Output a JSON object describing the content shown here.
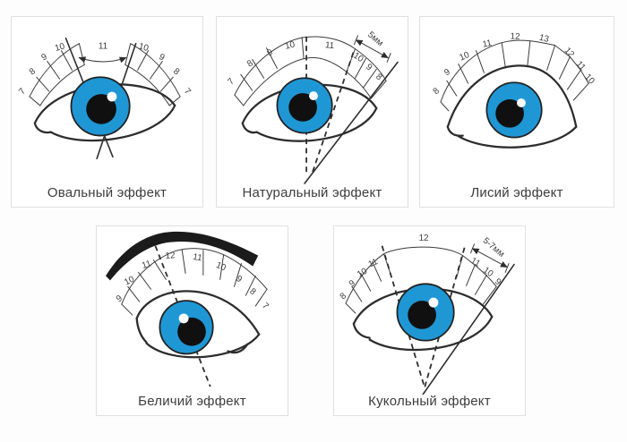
{
  "colors": {
    "iris": "#1f97d5",
    "outline": "#2d2d2d",
    "card_border": "#e0e0e0",
    "text": "#3d3d3d"
  },
  "panels": [
    {
      "caption": "Овальный эффект",
      "lengths_left": [
        "7",
        "8",
        "9",
        "10"
      ],
      "length_center": "11",
      "lengths_right": [
        "10",
        "9",
        "8",
        "7"
      ]
    },
    {
      "caption": "Натуральный эффект",
      "lengths_left": [
        "7",
        "8",
        "9",
        "10"
      ],
      "length_center": "11",
      "lengths_right": [
        "10",
        "9",
        "8"
      ],
      "measure": "5мм"
    },
    {
      "caption": "Лисий эффект",
      "lengths_left": [
        "8",
        "9",
        "10",
        "11",
        "12",
        "13"
      ],
      "lengths_right": [
        "12",
        "11",
        "10"
      ]
    },
    {
      "caption": "Беличий эффект",
      "lengths_left": [
        "9",
        "10",
        "11"
      ],
      "length_center": "12",
      "lengths_right": [
        "11",
        "10",
        "9",
        "8",
        "7"
      ]
    },
    {
      "caption": "Кукольный эффект",
      "lengths_left": [
        "8",
        "9",
        "10",
        "11"
      ],
      "length_center": "12",
      "lengths_right": [
        "11",
        "10",
        "9"
      ],
      "measure": "5-7мм"
    }
  ]
}
